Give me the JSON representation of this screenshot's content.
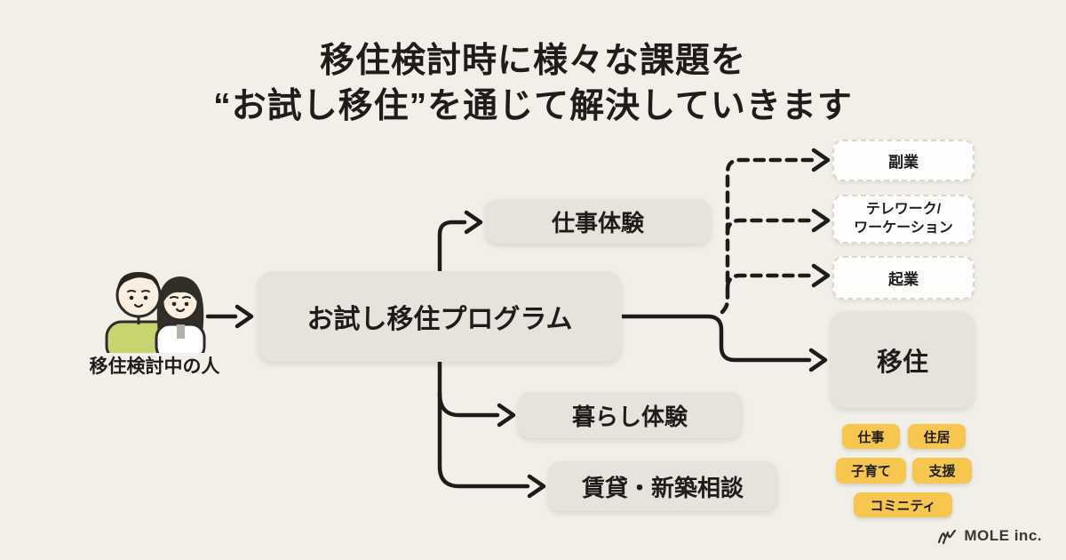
{
  "title": {
    "line1": "移住検討時に様々な課題を",
    "line2": "“お試し移住”を通じて解決していきます"
  },
  "persona": {
    "label": "移住検討中の人"
  },
  "program": {
    "label": "お試し移住プログラム"
  },
  "branches": {
    "work": "仕事体験",
    "living": "暮らし体験",
    "housing": "賃貸・新築相談"
  },
  "outcomes": {
    "fukugyo": "副業",
    "telework_line1": "テレワーク/",
    "telework_line2": "ワーケーション",
    "kigyo": "起業",
    "iju": "移住"
  },
  "tags": [
    "仕事",
    "住居",
    "子育て",
    "支援",
    "コミニティ"
  ],
  "footer": {
    "brand": "MOLE inc."
  },
  "colors": {
    "background": "#F2EFE9",
    "box_gray": "#E6E3DD",
    "box_white": "#FEFEFD",
    "tag_yellow": "#F6C64E",
    "line_dark": "#1D1C1A",
    "shirt_green": "#C9D36F"
  }
}
